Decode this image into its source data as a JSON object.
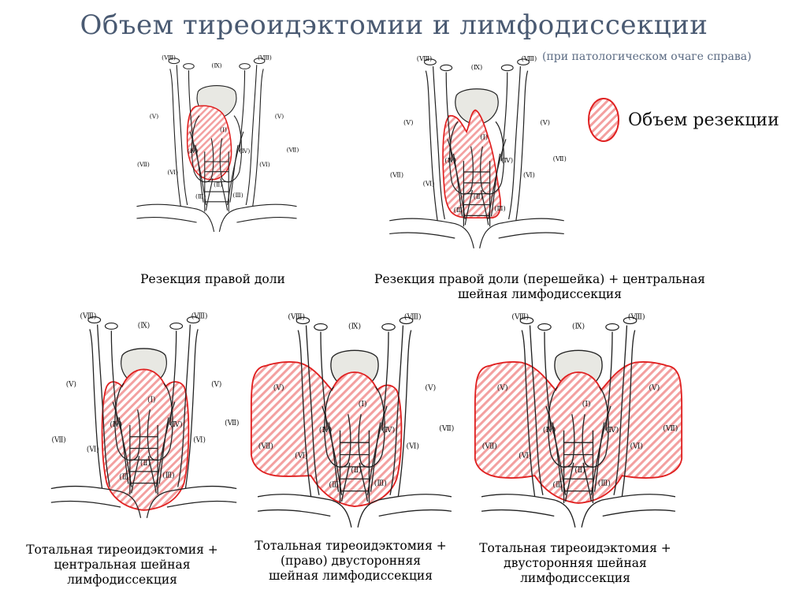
{
  "page": {
    "title": "Объем тиреоидэктомии и лимфодиссекции",
    "subtitle": "(при патологическом очаге справа)"
  },
  "legend": {
    "label": "Объем резекции",
    "color": "#e02020"
  },
  "zone_labels": {
    "I": "(Ⅰ)",
    "II": "(Ⅱ)",
    "III": "(Ⅲ)",
    "IV": "(Ⅳ)",
    "V": "(Ⅴ)",
    "VI": "(Ⅵ)",
    "VII": "(Ⅶ)",
    "VIII": "(Ⅷ)",
    "IX": "(Ⅸ)"
  },
  "diagrams": [
    {
      "id": "d1",
      "caption_lines": [
        "Резекция правой доли"
      ],
      "resection": "right_lobe"
    },
    {
      "id": "d2",
      "caption_lines": [
        "Резекция правой доли (перешейка) + центральная",
        "шейная лимфодиссекция"
      ],
      "resection": "right_lobe_isthmus_central"
    },
    {
      "id": "d3",
      "caption_lines": [
        "Тотальная тиреоидэктомия +",
        "центральная шейная",
        "лимфодиссекция"
      ],
      "resection": "total_central"
    },
    {
      "id": "d4",
      "caption_lines": [
        "Тотальная тиреоидэктомия +",
        "(право) двусторонняя",
        "шейная лимфодиссекция"
      ],
      "resection": "total_right_lateral"
    },
    {
      "id": "d5",
      "caption_lines": [
        "Тотальная тиреоидэктомия +",
        "двусторонняя шейная",
        "лимфодиссекция"
      ],
      "resection": "total_bilateral"
    }
  ],
  "colors": {
    "title": "#4a5a72",
    "hatch": "#f3a0a0",
    "outline": "#e02020",
    "cartilage": "#e8e8e3"
  }
}
